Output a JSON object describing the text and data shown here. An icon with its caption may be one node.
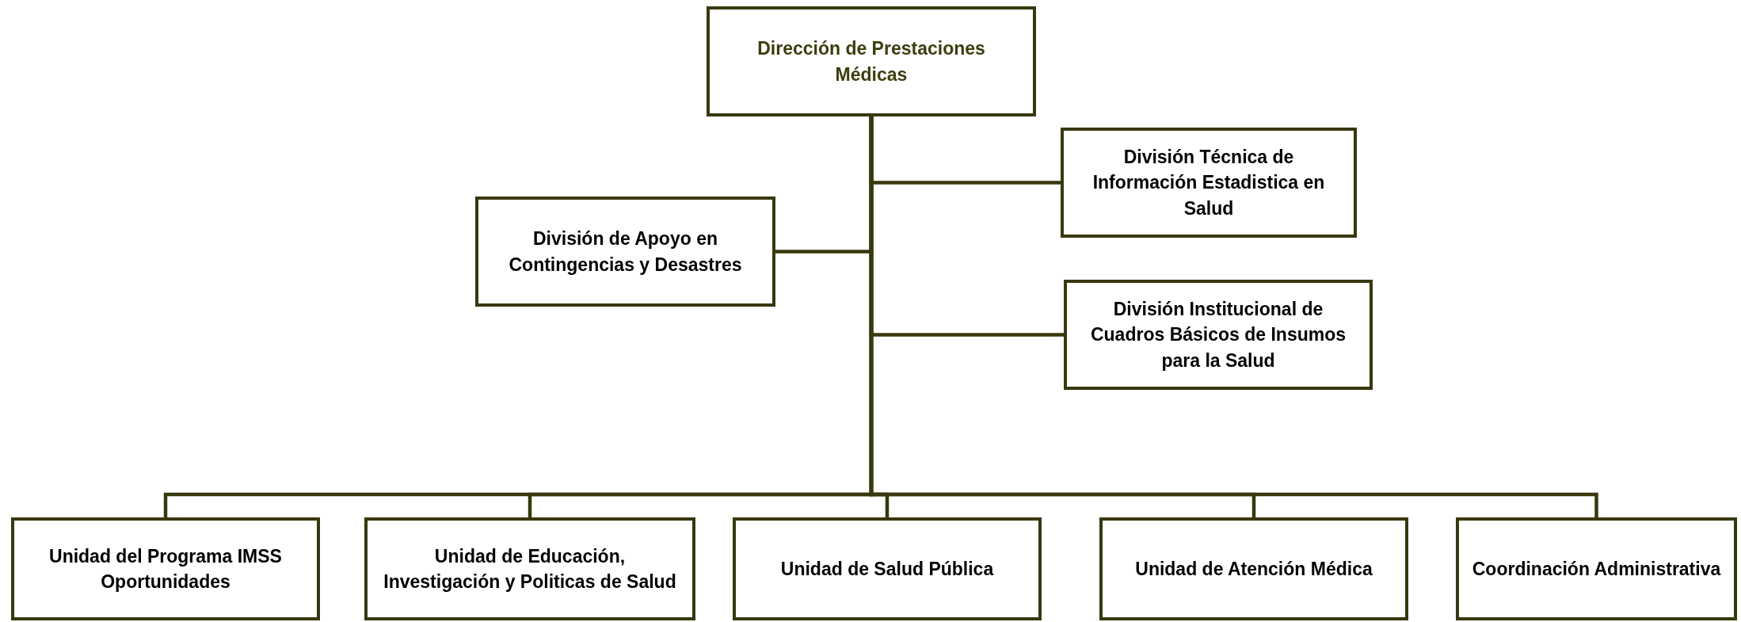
{
  "diagram": {
    "nodes": [
      {
        "text": [
          "Dirección de Prestaciones Médicas"
        ]
      },
      {
        "text": [
          "División Técnica de Información Estadistica en Salud"
        ]
      },
      {
        "text": [
          "División de Apoyo en Contingencias y Desastres"
        ]
      },
      {
        "text": [
          "División  Institucional de Cuadros Básicos de Insumos para la Salud"
        ]
      },
      {
        "text": [
          "Unidad del Programa IMSS Oportunidades"
        ]
      },
      {
        "text": [
          "Unidad de Educación, Investigación  y Politicas de Salud"
        ]
      },
      {
        "text": [
          "Unidad de Salud Pública"
        ]
      },
      {
        "text": [
          "Unidad de Atención Médica"
        ]
      },
      {
        "text": [
          "Coordinación Administrativa"
        ]
      }
    ],
    "edges": [
      {
        "from": 0,
        "to": 1,
        "arrow": "none"
      },
      {
        "from": 0,
        "to": 2,
        "arrow": "none"
      },
      {
        "from": 0,
        "to": 3,
        "arrow": "none"
      },
      {
        "from": 0,
        "to": 4,
        "arrow": "none"
      },
      {
        "from": 0,
        "to": 5,
        "arrow": "none"
      },
      {
        "from": 0,
        "to": 6,
        "arrow": "none"
      },
      {
        "from": 0,
        "to": 7,
        "arrow": "none"
      },
      {
        "from": 0,
        "to": 8,
        "arrow": "none"
      }
    ]
  }
}
